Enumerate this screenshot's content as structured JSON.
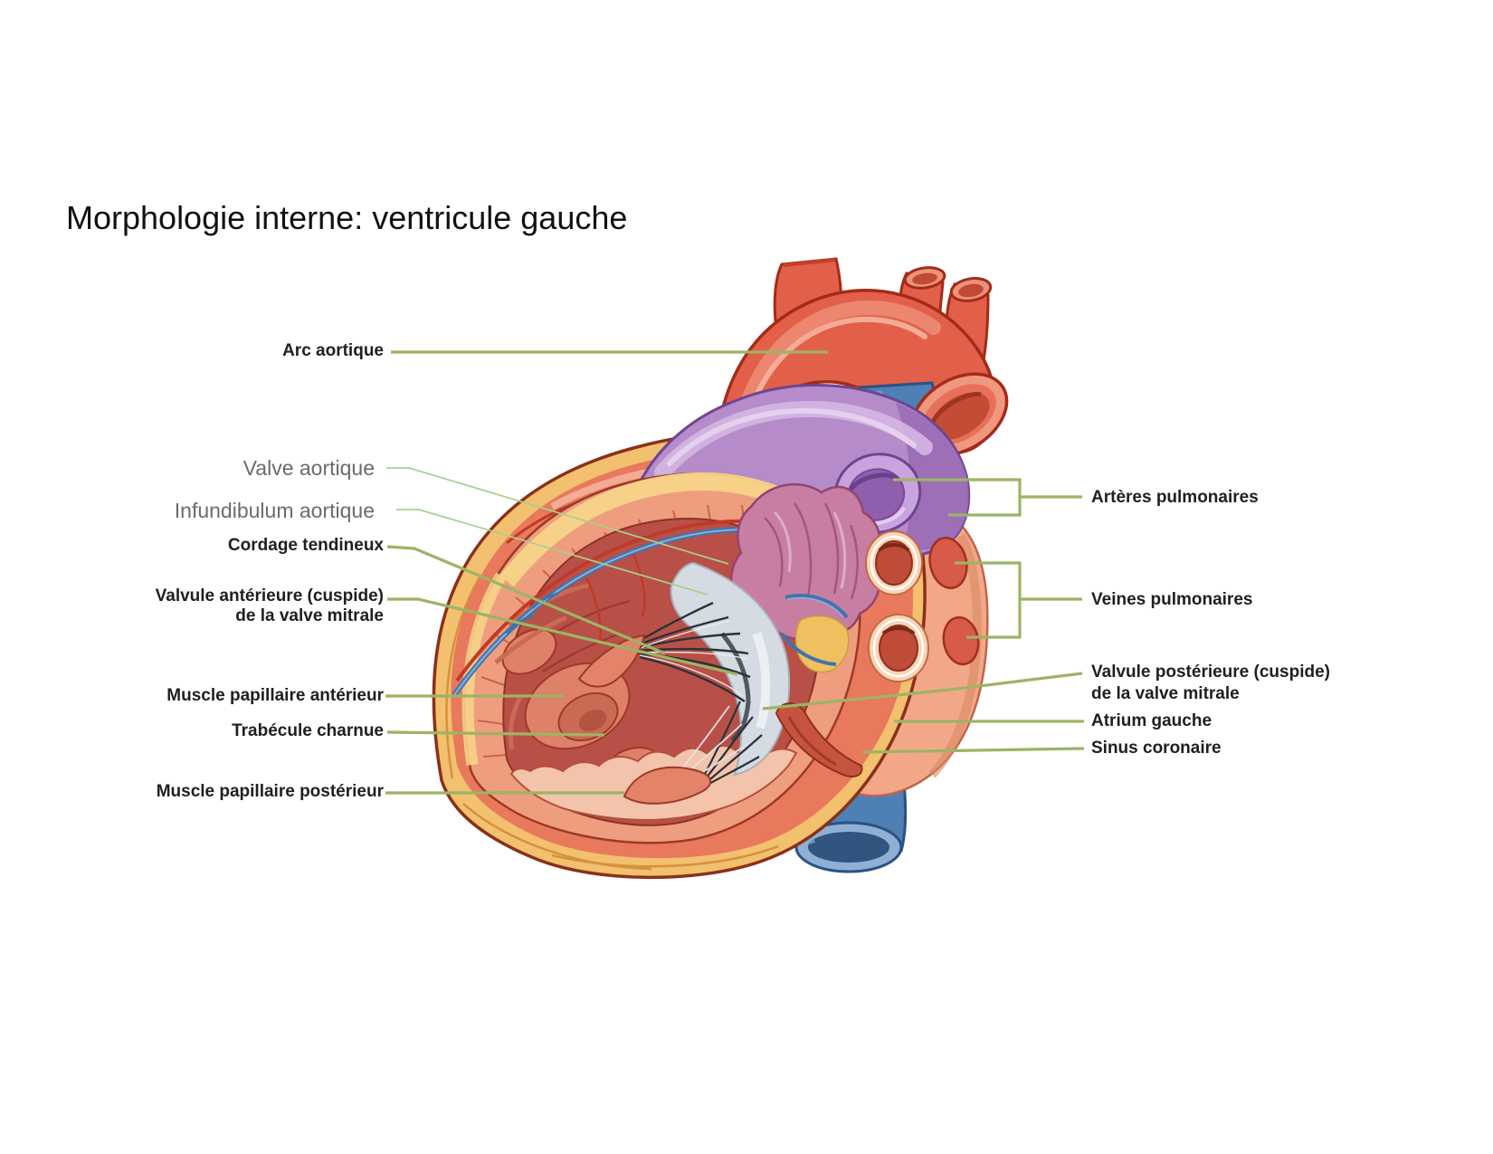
{
  "title": "Morphologie interne: ventricule gauche",
  "labels": {
    "left": [
      {
        "text": "Arc aortique",
        "style": "atlas"
      },
      {
        "text": "Valve aortique",
        "style": "added"
      },
      {
        "text": "Infundibulum aortique",
        "style": "added"
      },
      {
        "text": "Cordage tendineux",
        "style": "atlas"
      },
      {
        "line1": "Valvule antérieure (cuspide)",
        "line2": "de la valve mitrale",
        "style": "atlas"
      },
      {
        "text": "Muscle papillaire antérieur",
        "style": "atlas"
      },
      {
        "text": "Trabécule charnue",
        "style": "atlas"
      },
      {
        "text": "Muscle papillaire postérieur",
        "style": "atlas"
      }
    ],
    "right": [
      {
        "text": "Artères pulmonaires",
        "style": "atlas"
      },
      {
        "text": "Veines pulmonaires",
        "style": "atlas"
      },
      {
        "line1": "Valvule postérieure (cuspide)",
        "line2": "de la valve mitrale",
        "style": "atlas"
      },
      {
        "text": "Atrium gauche",
        "style": "atlas"
      },
      {
        "text": "Sinus coronaire",
        "style": "atlas"
      }
    ]
  },
  "colors": {
    "title_text": "#111111",
    "label_text_atlas": "#1f1f1f",
    "label_text_added": "#6b6b6b",
    "leader_line_atlas": "#9cb464",
    "leader_line_added": "#a8d08d",
    "aorta_red": "#e2604a",
    "pulmonary_trunk_purple": "#b58cc9",
    "vena_cava_blue": "#4e7fb5",
    "atrium_salmon": "#f2a888",
    "auricle_mauve": "#c87da3",
    "epicardial_fat_yellow": "#f2c06e",
    "myocardium_pink": "#ef9d7f",
    "ventricle_cavity_red": "#b85048",
    "mitral_cusp_gray": "#d5dbe2",
    "chordae_dark": "#2b3238"
  }
}
